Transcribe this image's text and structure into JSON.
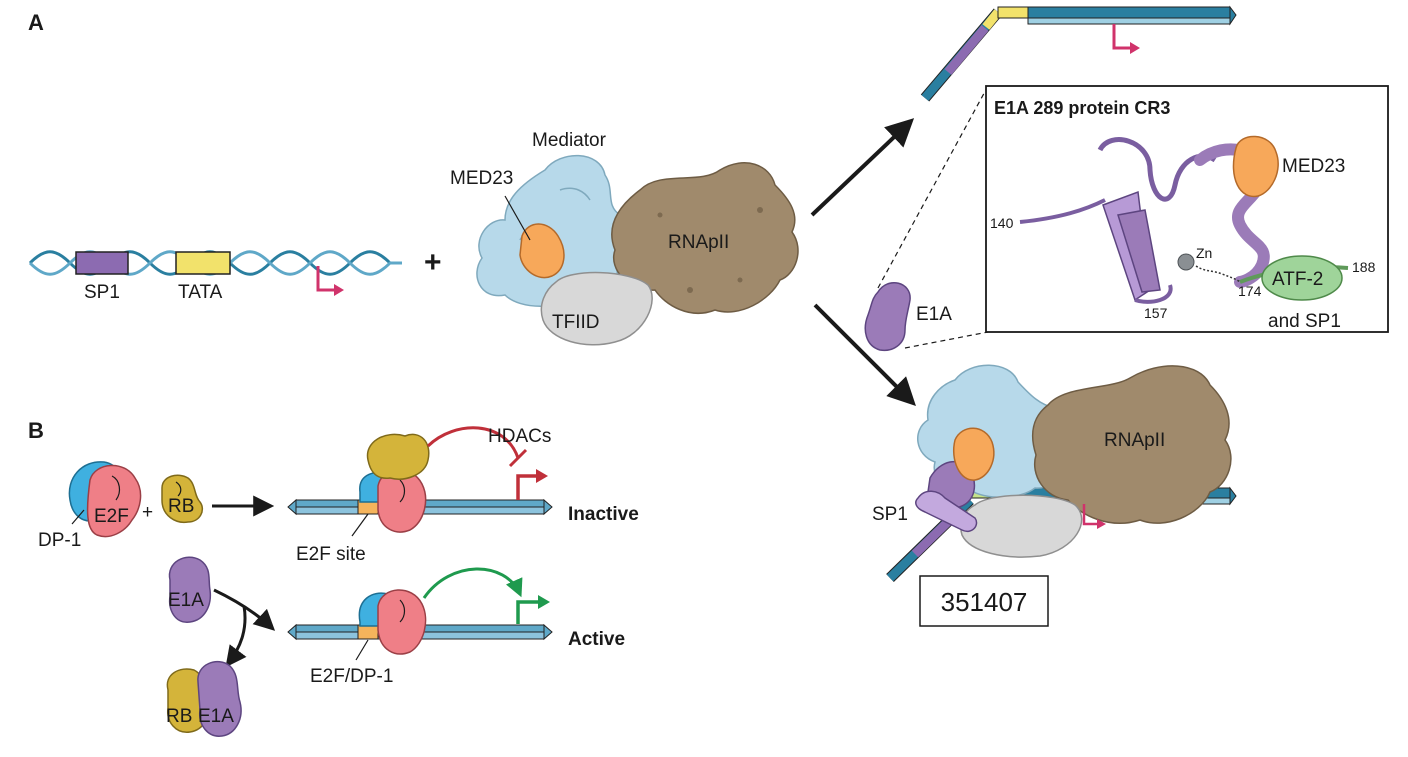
{
  "panels": {
    "a_label": "A",
    "b_label": "B"
  },
  "panel_a": {
    "promoter": {
      "sp1_label": "SP1",
      "tata_label": "TATA",
      "plus": "+"
    },
    "complex": {
      "mediator_label": "Mediator",
      "med23_label": "MED23",
      "rnapii_label": "RNApII",
      "tfiid_label": "TFIID"
    },
    "e1a_label": "E1A",
    "inset": {
      "title": "E1A 289 protein CR3",
      "med23_label": "MED23",
      "zn_label": "Zn",
      "atf2_label": "ATF-2",
      "and_sp1_label": "and SP1",
      "residue_140": "140",
      "residue_157": "157",
      "residue_174": "174",
      "residue_188": "188"
    },
    "bottom_complex": {
      "rnapii_label": "RNApII",
      "sp1_label": "SP1"
    },
    "id_box": "351407"
  },
  "panel_b": {
    "dp1_label": "DP-1",
    "e2f_label": "E2F",
    "plus": "+",
    "rb_label": "RB",
    "hdacs_label": "HDACs",
    "e2f_site_label": "E2F site",
    "inactive_label": "Inactive",
    "e1a_label": "E1A",
    "e2f_dp1_label": "E2F/DP-1",
    "active_label": "Active",
    "rb_complex_label": "RB",
    "e1a_complex_label": "E1A"
  },
  "colors": {
    "dna_blue": "#5fa8c8",
    "dna_teal": "#2a7fa0",
    "sp1_purple": "#8c6bb1",
    "tata_yellow": "#f2e26b",
    "mediator_blue": "#b7d9ea",
    "med23_orange": "#f7a85a",
    "rnapii_brown": "#a08a6c",
    "tfiid_gray": "#d8d8d8",
    "e1a_purple": "#9b7bb8",
    "dp1_blue": "#3fb0e0",
    "e2f_pink": "#ef7f87",
    "rb_yellow": "#d4b43a",
    "tss_magenta": "#d0336b",
    "hdac_red": "#c0303a",
    "active_green": "#1f9a4e",
    "atf2_green": "#9fd49a"
  }
}
